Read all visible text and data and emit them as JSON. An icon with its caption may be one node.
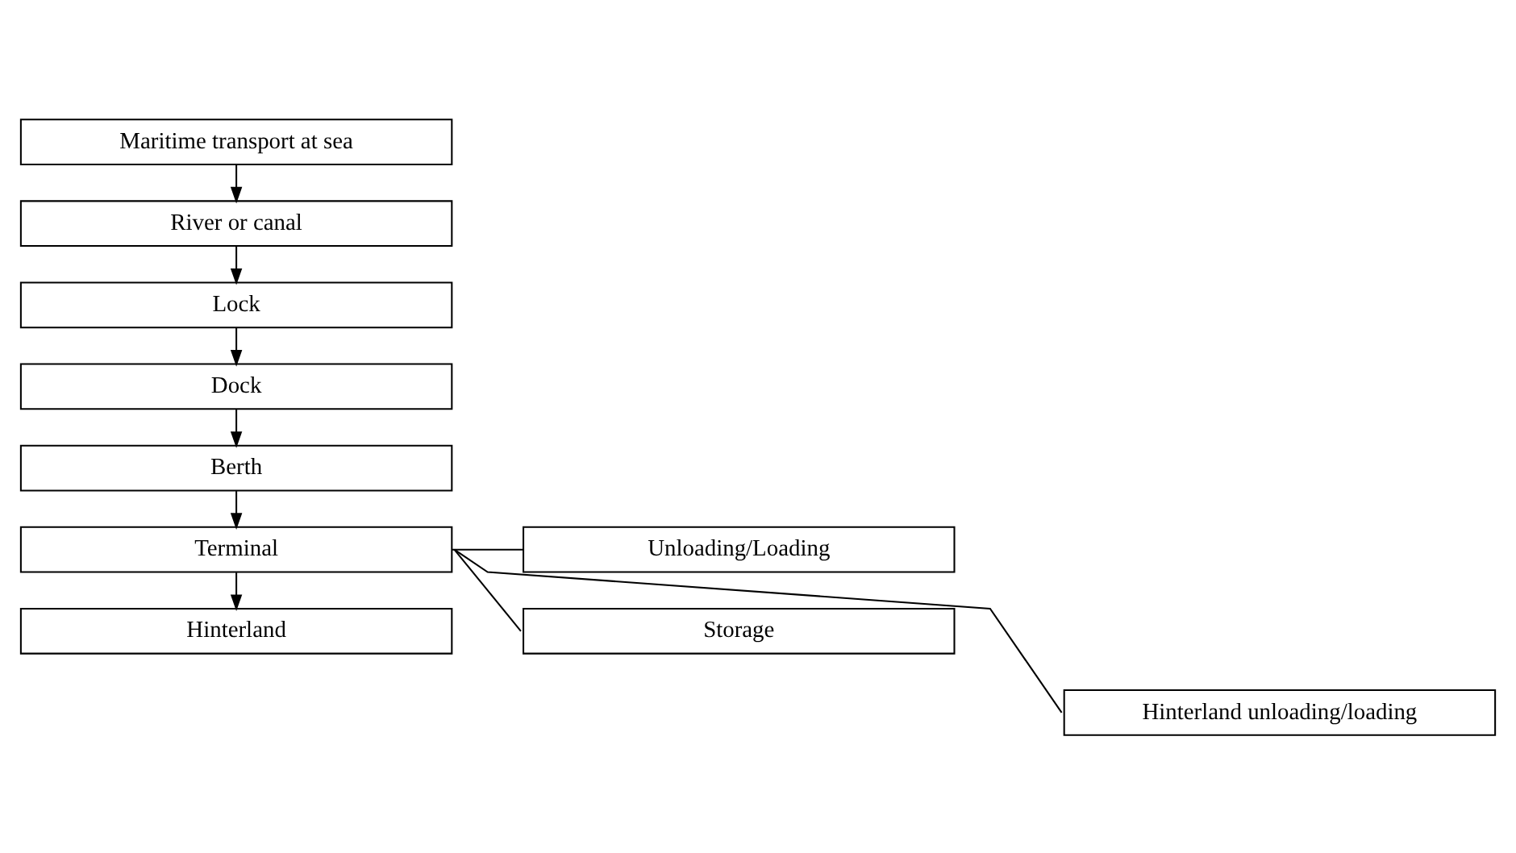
{
  "diagram": {
    "nodes": [
      {
        "text": [
          "Maritime transport at sea"
        ]
      },
      {
        "text": [
          "River or canal"
        ]
      },
      {
        "text": [
          "Lock"
        ]
      },
      {
        "text": [
          "Dock"
        ]
      },
      {
        "text": [
          "Berth"
        ]
      },
      {
        "text": [
          "Terminal"
        ]
      },
      {
        "text": [
          "Hinterland"
        ]
      },
      {
        "text": [
          "Unloading/Loading"
        ]
      },
      {
        "text": [
          "Storage"
        ]
      },
      {
        "text": [
          "Hinterland unloading/loading"
        ]
      }
    ],
    "edges": [
      {
        "from": 0,
        "to": 1,
        "arrow": "to"
      },
      {
        "from": 1,
        "to": 2,
        "arrow": "to"
      },
      {
        "from": 2,
        "to": 3,
        "arrow": "to"
      },
      {
        "from": 3,
        "to": 4,
        "arrow": "to"
      },
      {
        "from": 4,
        "to": 5,
        "arrow": "to"
      },
      {
        "from": 5,
        "to": 6,
        "arrow": "to"
      },
      {
        "from": 5,
        "to": 7,
        "arrow": "none"
      },
      {
        "from": 5,
        "to": 8,
        "arrow": "none"
      },
      {
        "from": 5,
        "to": 9,
        "arrow": "none"
      }
    ]
  }
}
